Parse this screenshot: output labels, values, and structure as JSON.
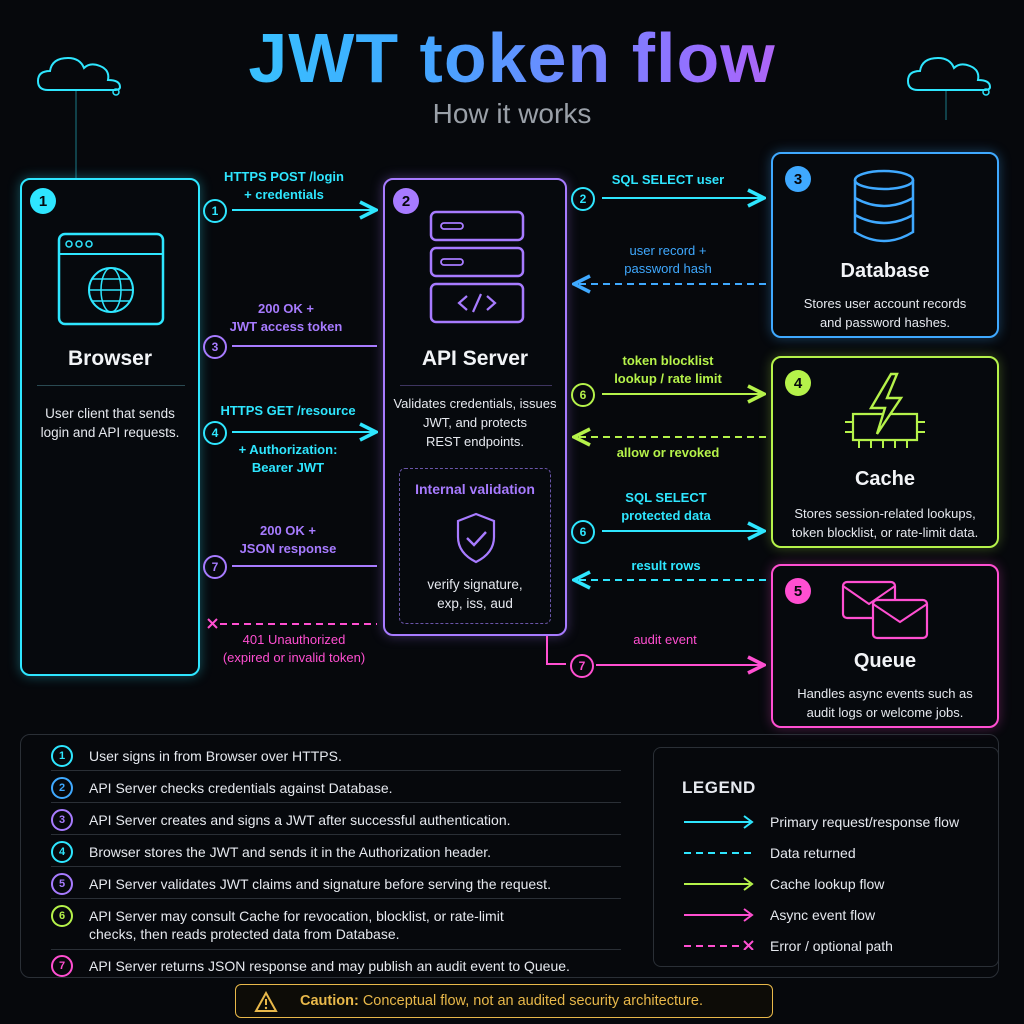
{
  "title": "JWT token flow",
  "subtitle": "How it works",
  "nodes": {
    "browser": {
      "num": "1",
      "name": "Browser",
      "desc_l1": "User client that sends",
      "desc_l2": "login and API requests."
    },
    "api": {
      "num": "2",
      "name": "API Server",
      "desc_l1": "Validates credentials, issues",
      "desc_l2": "JWT, and protects",
      "desc_l3": "REST endpoints."
    },
    "database": {
      "num": "3",
      "name": "Database",
      "desc_l1": "Stores user account records",
      "desc_l2": "and password hashes."
    },
    "cache": {
      "num": "4",
      "name": "Cache",
      "desc_l1": "Stores session-related lookups,",
      "desc_l2": "token blocklist, or rate-limit data."
    },
    "queue": {
      "num": "5",
      "name": "Queue",
      "desc_l1": "Handles async events such as",
      "desc_l2": "audit logs or welcome jobs."
    }
  },
  "internal": {
    "title": "Internal validation",
    "l1": "verify signature,",
    "l2": "exp, iss, aud"
  },
  "flows_left": {
    "f1": {
      "num": "1",
      "l1": "HTTPS POST /login",
      "l2": "+ credentials"
    },
    "f3": {
      "num": "3",
      "l1": "200 OK +",
      "l2": "JWT access token"
    },
    "f4": {
      "num": "4",
      "l1": "HTTPS GET /resource",
      "l2": "+ Authorization:",
      "l3": "Bearer JWT"
    },
    "f7": {
      "num": "7",
      "l1": "200 OK +",
      "l2": "JSON response"
    },
    "err": {
      "l1": "401 Unauthorized",
      "l2": "(expired or invalid token)"
    }
  },
  "flows_right": {
    "f2": {
      "num": "2",
      "l1": "SQL SELECT user"
    },
    "r2": {
      "l1": "user record +",
      "l2": "password hash"
    },
    "f6a": {
      "num": "6",
      "l1": "token blocklist",
      "l2": "lookup / rate limit"
    },
    "r6a": {
      "l1": "allow or revoked"
    },
    "f6b": {
      "num": "6",
      "l1": "SQL SELECT",
      "l2": "protected data"
    },
    "r6b": {
      "l1": "result rows"
    },
    "f7": {
      "num": "7",
      "l1": "audit event"
    }
  },
  "steps": [
    {
      "num": "1",
      "text": "User signs in from Browser over HTTPS.",
      "color": "#2ee6ff"
    },
    {
      "num": "2",
      "text": "API Server checks credentials against Database.",
      "color": "#3fa9ff"
    },
    {
      "num": "3",
      "text": "API Server creates and signs a JWT after successful authentication.",
      "color": "#a77bff"
    },
    {
      "num": "4",
      "text": "Browser stores the JWT and sends it in the Authorization header.",
      "color": "#2ee6ff"
    },
    {
      "num": "5",
      "text": "API Server validates JWT claims and signature before serving the request.",
      "color": "#a77bff"
    },
    {
      "num": "6",
      "text": "API Server may consult Cache for revocation, blocklist, or rate-limit",
      "text2": "checks, then reads protected data from Database.",
      "color": "#b5f24a"
    },
    {
      "num": "7",
      "text": "API Server returns JSON response and may publish an audit event to Queue.",
      "color": "#ff4fd1"
    }
  ],
  "legend": {
    "title": "LEGEND",
    "items": [
      {
        "label": "Primary request/response flow",
        "color": "#2ee6ff"
      },
      {
        "label": "Data returned",
        "color": "#2ee6ff"
      },
      {
        "label": "Cache lookup flow",
        "color": "#b5f24a"
      },
      {
        "label": "Async event flow",
        "color": "#ff4fd1"
      },
      {
        "label": "Error / optional path",
        "color": "#ff4fd1"
      }
    ]
  },
  "caution": {
    "label": "Caution:",
    "text": "Conceptual flow, not an audited security architecture."
  },
  "colors": {
    "cyan": "#2ee6ff",
    "blue": "#3fa9ff",
    "purple": "#a77bff",
    "green": "#b5f24a",
    "pink": "#ff4fd1",
    "gold": "#e8b84a"
  }
}
